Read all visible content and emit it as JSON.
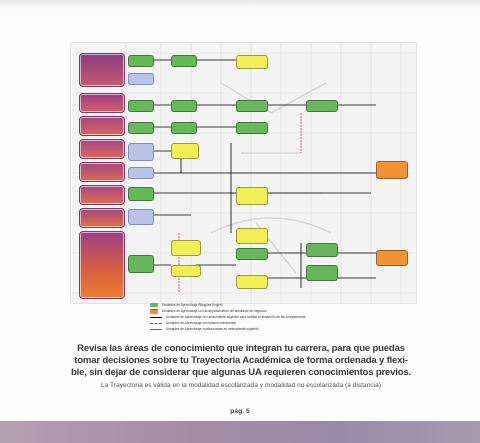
{
  "legend": {
    "items": [
      {
        "text": "Unidades de Aprendizaje Bilingües (inglés)"
      },
      {
        "text": "Unidades de Aprendizaje con acompañamiento del simulador de negocios"
      },
      {
        "text": "Unidades de Aprendizaje con antecedente sugerido para facilitar el desarrollo de las competencias"
      },
      {
        "text": "Unidades de Aprendizaje con relación transversal"
      },
      {
        "text": "Unidades de Aprendizaje condicionadas en antecedente sugerido"
      }
    ]
  },
  "headline": {
    "line1": "Revisa las áreas de conocimiento que integran tu carrera, para que puedas",
    "line2": "tomar decisiones sobre tu Trayectoria Académica de forma ordenada y flexi-",
    "line3": "ble, sin dejar de considerar que algunas UA requieren conocimientos previos."
  },
  "subline": "La Trayectoria es válida en  la modalidad escolarizada y modalidad no escolarizada (a distancia)",
  "page_number": "pág. 5",
  "colors": {
    "green": "#66b85a",
    "yellow": "#f2ee56",
    "orange": "#f29237",
    "purple": "#7a3d6b",
    "band": "#a58ca6"
  }
}
